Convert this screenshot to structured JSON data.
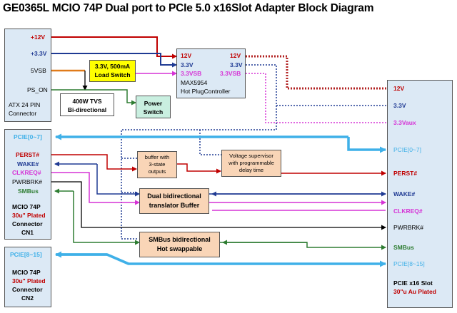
{
  "title": "GE0365L MCIO 74P Dual port to PCIe 5.0 x16Slot Adapter Block Diagram",
  "colors": {
    "red": "#c00000",
    "dark_red": "#b22222",
    "blue": "#1f3a93",
    "magenta": "#d633d6",
    "cyan": "#3fb0e8",
    "green": "#2e7d32",
    "orange": "#e07b1a",
    "black": "#000000"
  },
  "atx": {
    "pin_12v": "+12V",
    "pin_33v": "+3.3V",
    "pin_5vsb": "5VSB",
    "pin_ps_on": "PS_ON",
    "name_line1": "ATX 24 PIN",
    "name_line2": "Connector"
  },
  "load_switch": {
    "line1": "3.3V, 500mA",
    "line2": "Load Switch"
  },
  "tvs": {
    "line1": "400W TVS",
    "line2": "Bi-directional"
  },
  "power_switch": {
    "line1": "Power",
    "line2": "Switch"
  },
  "max5954": {
    "in_12v": "12V",
    "out_12v": "12V",
    "in_33v": "3.3V",
    "out_33v": "3.3V",
    "in_33vsb": "3.3VSB",
    "out_33vsb": "3.3VSB",
    "name_line1": "MAX5954",
    "name_line2": "Hot PlugController"
  },
  "cn1": {
    "pcie": "PCIE[0~7]",
    "perst": "PERST#",
    "wake": "WAKE#",
    "clkreq": "CLKREQ#",
    "pwrbrk": "PWRBRK#",
    "smbus": "SMBus",
    "name_line1": "MCIO 74P",
    "name_line2": "30u\" Plated",
    "name_line3": "Connector",
    "name_line4": "CN1"
  },
  "cn2": {
    "pcie": "PCIE[8~15]",
    "name_line1": "MCIO 74P",
    "name_line2": "30u\" Plated",
    "name_line3": "Connector",
    "name_line4": "CN2"
  },
  "buffer3": {
    "line1": "buffer with",
    "line2": "3-state",
    "line3": "outputs"
  },
  "supervisor": {
    "line1": "Voltage supervisor",
    "line2": "with programmable",
    "line3": "delay time"
  },
  "translator": {
    "line1": "Dual bidirectional",
    "line2": "translator Buffer"
  },
  "smbus_buf": {
    "line1": "SMBus bidirectional",
    "line2": "Hot swappable"
  },
  "slot": {
    "v12": "12V",
    "v33": "3.3V",
    "v33aux": "3.3Vaux",
    "pcie_lo": "PCIE[0~7]",
    "perst": "PERST#",
    "wake": "WAKE#",
    "clkreq": "CLKREQ#",
    "pwrbrk": "PWRBRK#",
    "smbus": "SMBus",
    "pcie_hi": "PCIE[8~15]",
    "name_line1": "PCIE x16 Slot",
    "name_line2": "30\"u Au Plated"
  }
}
